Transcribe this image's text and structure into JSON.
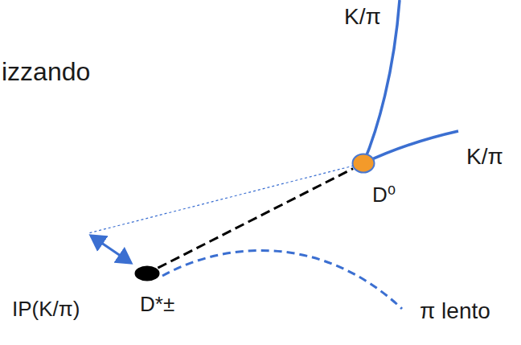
{
  "diagram": {
    "nodes": [
      {
        "text": [
          "D*±"
        ]
      },
      {
        "text": [
          "D⁰"
        ]
      }
    ],
    "edges": [
      {
        "from": 0,
        "to": 1,
        "arrow": "none"
      }
    ],
    "labels": [
      "izzando",
      "K/π",
      "K/π",
      "IP(K/π)",
      "π lento"
    ]
  }
}
